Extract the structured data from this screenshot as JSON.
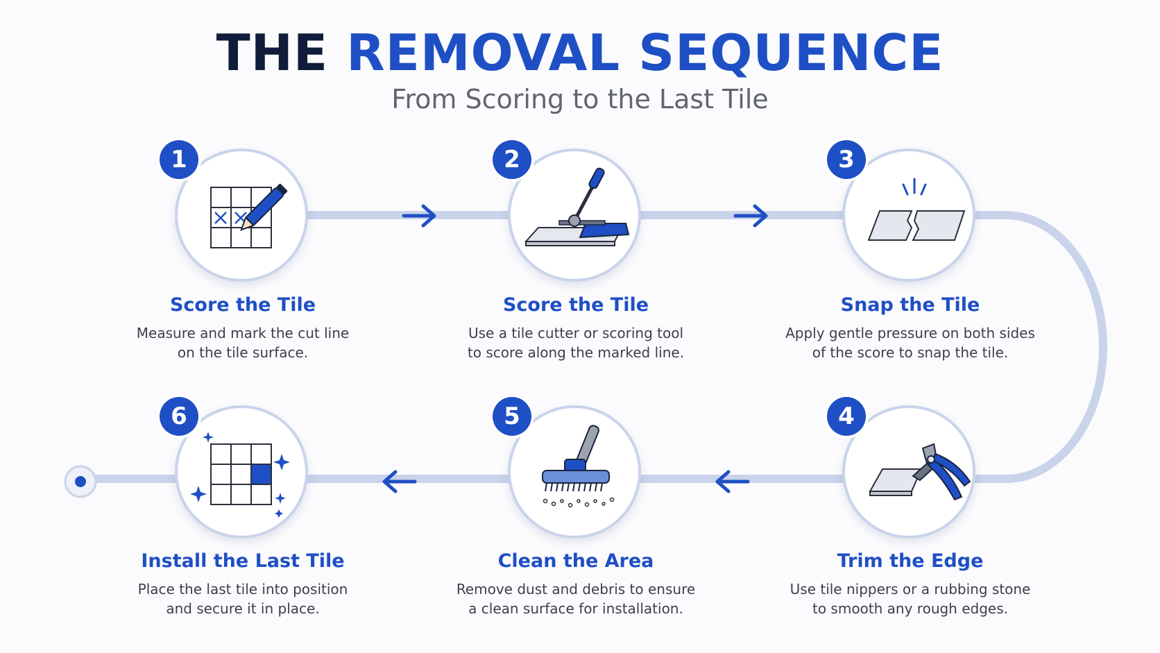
{
  "header": {
    "title_part1": "THE",
    "title_part2": "REMOVAL SEQUENCE",
    "subtitle": "From Scoring to the Last Tile"
  },
  "colors": {
    "accent": "#1f4fc4",
    "dark_text": "#0f1d3a",
    "connector": "#c9d3ea"
  },
  "steps": [
    {
      "number": "1",
      "title": "Score the Tile",
      "desc_line1": "Measure and mark the cut line",
      "desc_line2": "on the tile surface.",
      "icon": "tile-grid-pencil-icon"
    },
    {
      "number": "2",
      "title": "Score the Tile",
      "desc_line1": "Use a tile cutter or scoring tool",
      "desc_line2": "to score along the marked line.",
      "icon": "tile-cutter-icon"
    },
    {
      "number": "3",
      "title": "Snap the Tile",
      "desc_line1": "Apply gentle pressure on both sides",
      "desc_line2": "of the score to snap the tile.",
      "icon": "snapped-tile-icon"
    },
    {
      "number": "4",
      "title": "Trim the Edge",
      "desc_line1": "Use tile nippers or a rubbing stone",
      "desc_line2": "to smooth any rough edges.",
      "icon": "tile-nippers-icon"
    },
    {
      "number": "5",
      "title": "Clean the Area",
      "desc_line1": "Remove dust and debris to ensure",
      "desc_line2": "a clean surface for installation.",
      "icon": "scrub-brush-icon"
    },
    {
      "number": "6",
      "title": "Install the Last Tile",
      "desc_line1": "Place the last tile into position",
      "desc_line2": "and secure it in place.",
      "icon": "completed-grid-sparkle-icon"
    }
  ]
}
